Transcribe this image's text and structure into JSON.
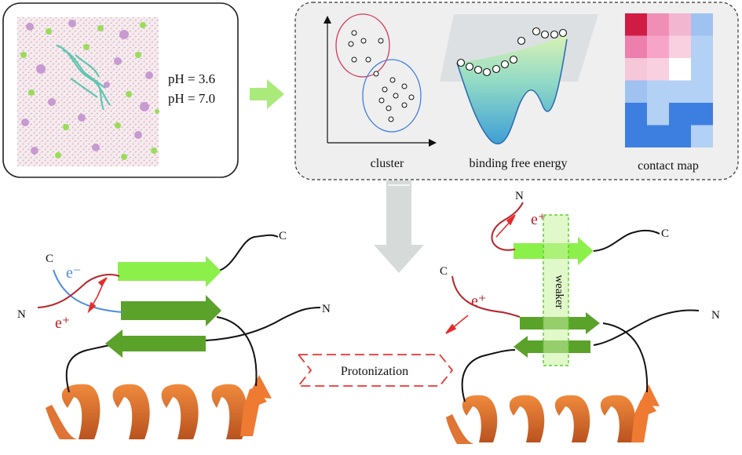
{
  "simulation": {
    "ph_values": [
      "pH = 3.6",
      "pH = 7.0"
    ]
  },
  "analysis": {
    "labels": [
      "cluster",
      "binding free energy",
      "contact map"
    ],
    "contact_map_colors": [
      [
        "#d01c45",
        "#f08fb5",
        "#f3b6d0",
        "#9fc2f0"
      ],
      [
        "#ec7fae",
        "#f6a5c8",
        "#f8d0e0",
        "#b3d0f5"
      ],
      [
        "#f6c6d9",
        "#f8d0e0",
        "#ffffff",
        "#b3d0f5"
      ],
      [
        "#9fc2f0",
        "#b3d0f5",
        "#b3d0f5",
        "#b3d0f5"
      ],
      [
        "#3d7fe0",
        "#b3d0f5",
        "#3d7fe0",
        "#3d7fe0"
      ],
      [
        "#3d7fe0",
        "#3d7fe0",
        "#3d7fe0",
        "#b3d0f5"
      ]
    ]
  },
  "left_state": {
    "terminal_c": "C",
    "terminal_n": "N",
    "c_term_top": "C",
    "n_term_right": "N",
    "e_minus": "e⁻",
    "e_plus": "e⁺"
  },
  "right_state": {
    "n_top": "N",
    "c_top": "C",
    "c_left": "C",
    "n_right": "N",
    "e_plus_top": "e⁺",
    "e_plus_mid": "e⁺",
    "weaker": "weaker"
  },
  "transition": {
    "label": "Protonization"
  },
  "colors": {
    "light_green": "#8cf04a",
    "dark_green": "#5aa22a",
    "orange_helix": "#d9622a",
    "red_charge": "#b8242a",
    "blue_charge": "#4f8fe0",
    "dashed_red": "#ee3333",
    "grey_arrow": "#d6dbd9",
    "light_green_arrow": "#a9ea7a"
  }
}
